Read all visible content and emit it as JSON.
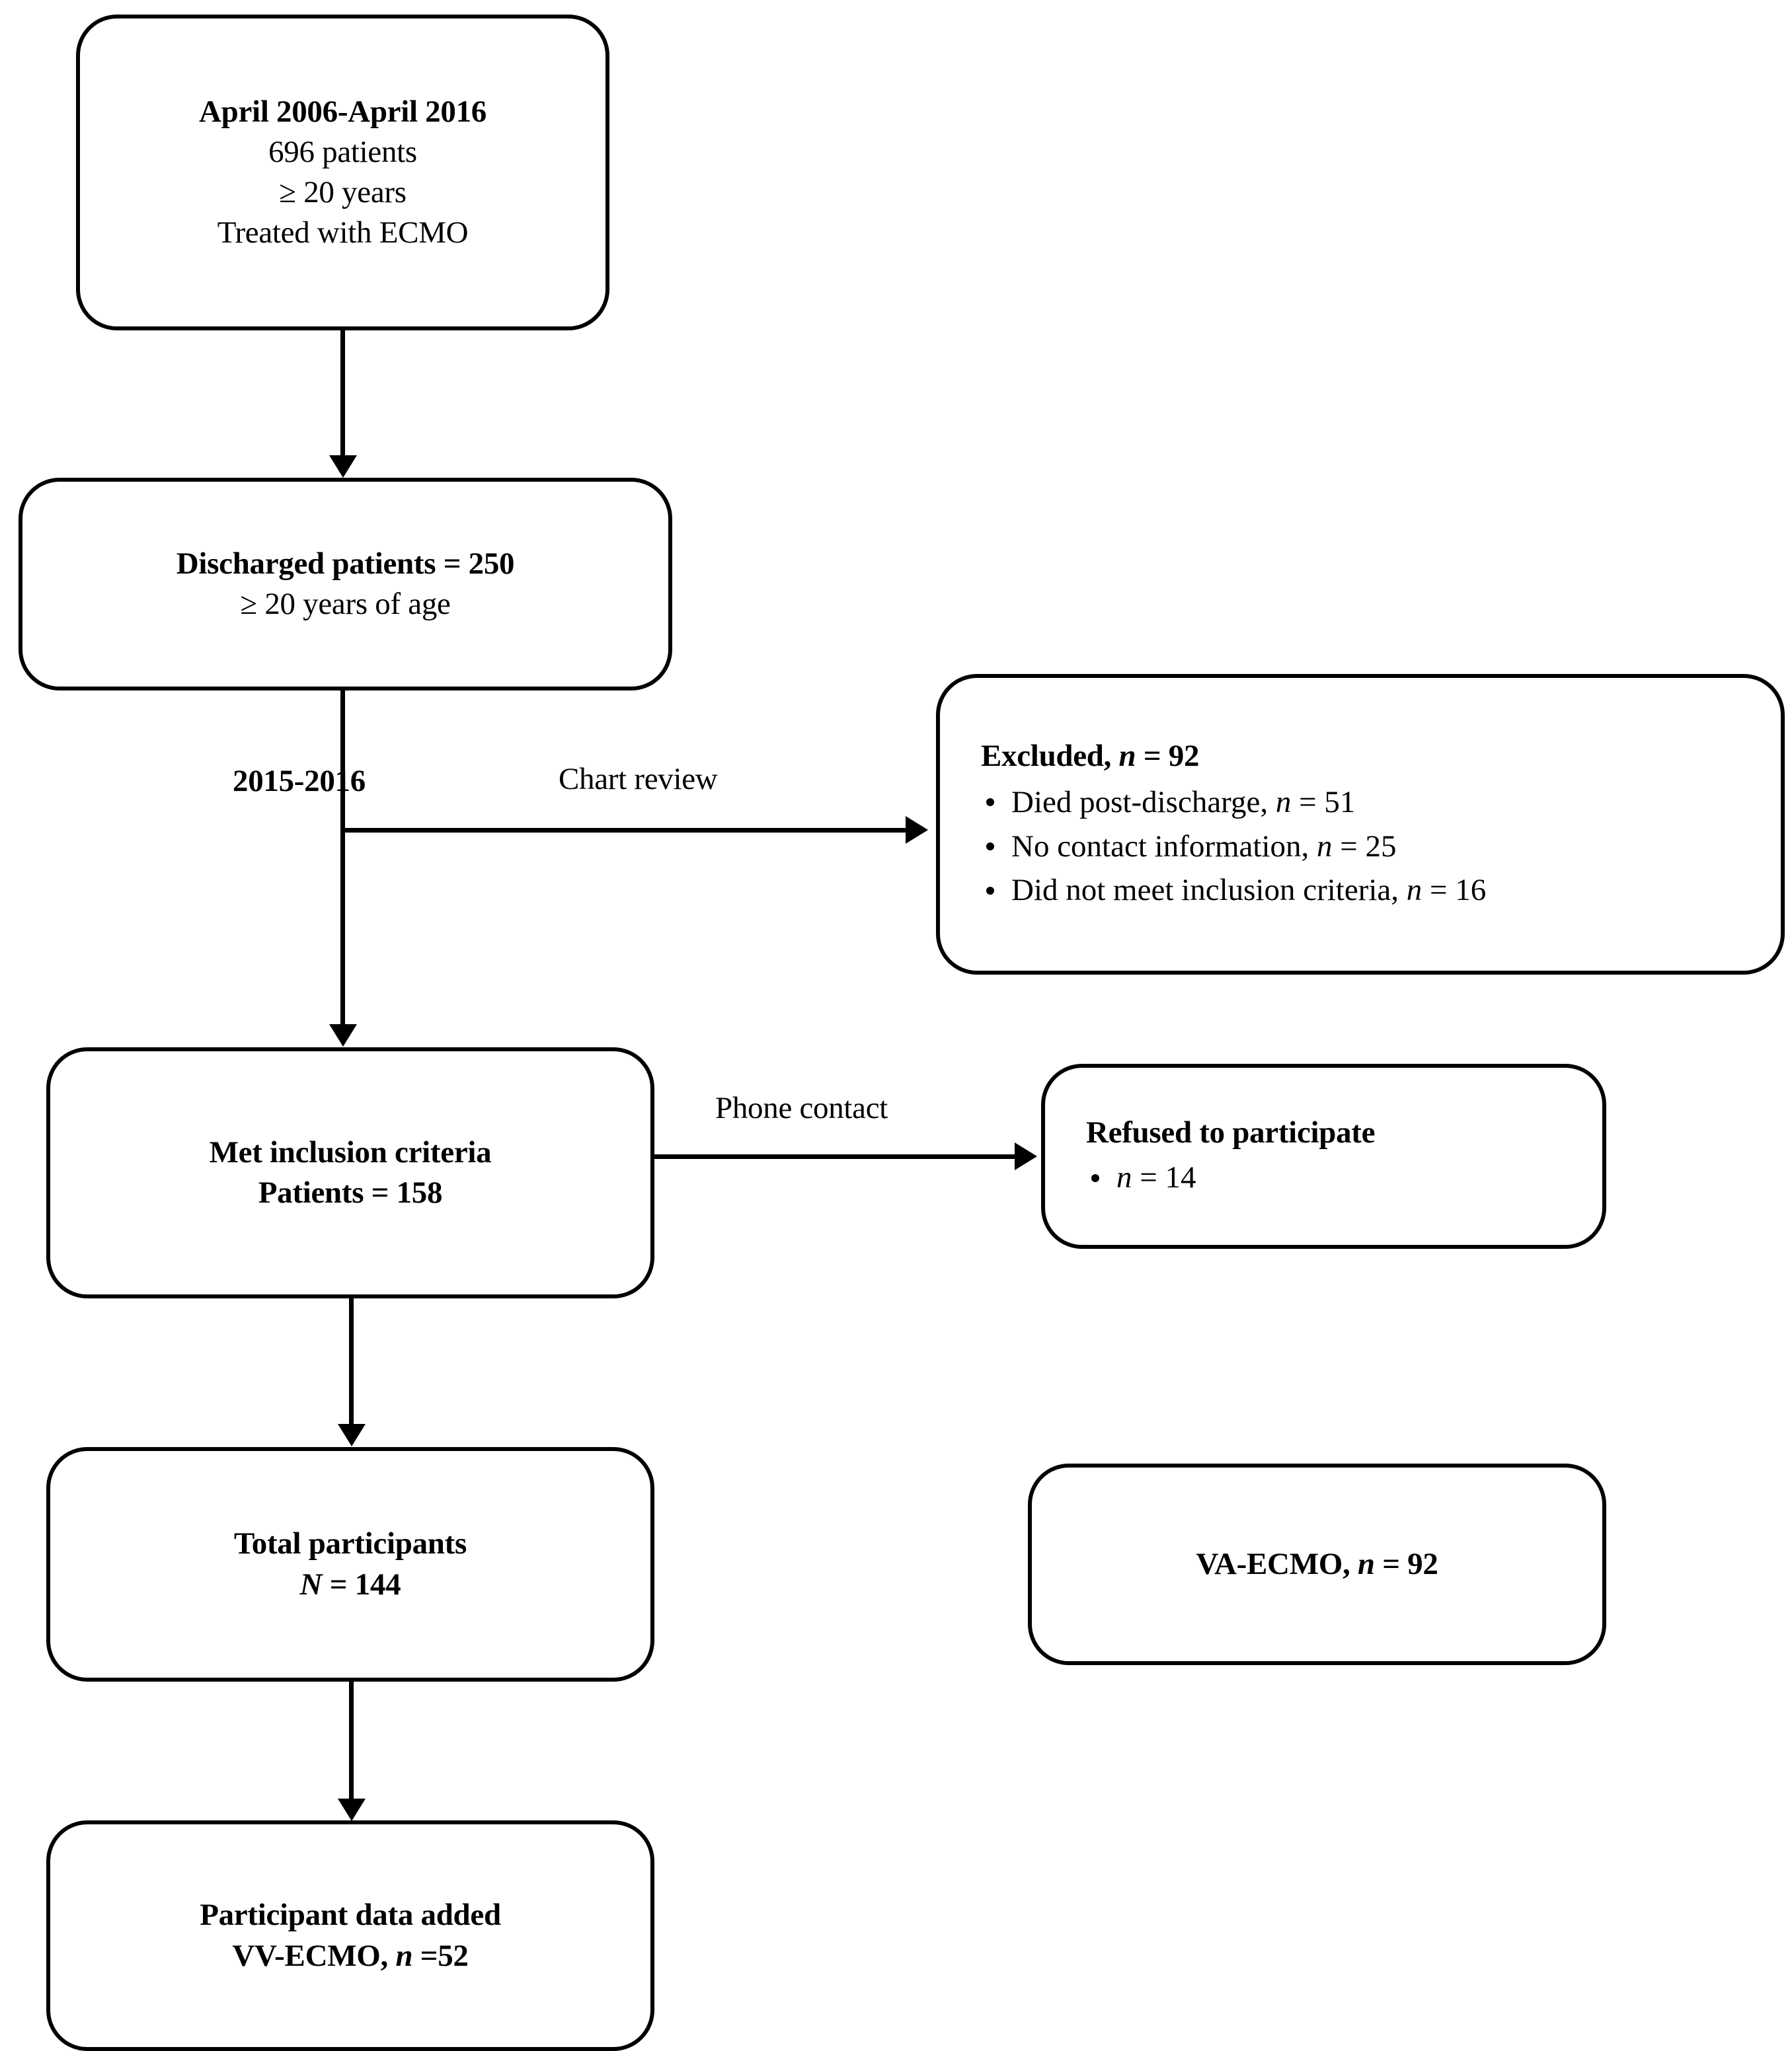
{
  "diagram": {
    "title": "Study participant flow diagram",
    "type": "flowchart",
    "colors": {
      "stroke": "#000000",
      "background": "#ffffff",
      "text": "#000000"
    }
  },
  "nodes": {
    "cohort": {
      "name": "initial-cohort",
      "lines": [
        "April 2006-April 2016",
        "696 patients",
        "≥ 20 years",
        "Treated with ECMO"
      ]
    },
    "discharged": {
      "name": "discharged-patients",
      "lines": [
        "Discharged patients = 250",
        "≥ 20 years of age"
      ]
    },
    "excluded": {
      "name": "excluded",
      "heading_pre": "Excluded, ",
      "heading_italic": "n",
      "heading_post": " = 92",
      "items": [
        {
          "text_pre": "Died post-discharge, ",
          "italic": "n",
          "text_post": " = 51"
        },
        {
          "text_pre": "No contact information, ",
          "italic": "n",
          "text_post": " = 25"
        },
        {
          "text_pre": "Did not meet inclusion criteria, ",
          "italic": "n",
          "text_post": " = 16"
        }
      ]
    },
    "met_inclusion": {
      "name": "met-inclusion-criteria",
      "lines": [
        "Met inclusion criteria",
        "Patients = 158"
      ]
    },
    "refused": {
      "name": "refused-to-participate",
      "heading": "Refused to participate",
      "items": [
        {
          "text_pre": "",
          "italic": "n",
          "text_post": " = 14"
        }
      ]
    },
    "total_participants": {
      "name": "total-participants",
      "line1": "Total participants",
      "line2_italic": "N",
      "line2_post": " = 144"
    },
    "va_ecmo": {
      "name": "va-ecmo-group",
      "text_pre": "VA-ECMO, ",
      "italic": "n",
      "text_post": " = 92"
    },
    "participant_data": {
      "name": "participant-data-added",
      "line1": "Participant data added",
      "line2_pre": "VV-ECMO, ",
      "line2_italic": "n",
      "line2_post": " =52"
    }
  },
  "edge_labels": {
    "years": "2015-2016",
    "chart_review": "Chart review",
    "phone_contact": "Phone contact"
  }
}
